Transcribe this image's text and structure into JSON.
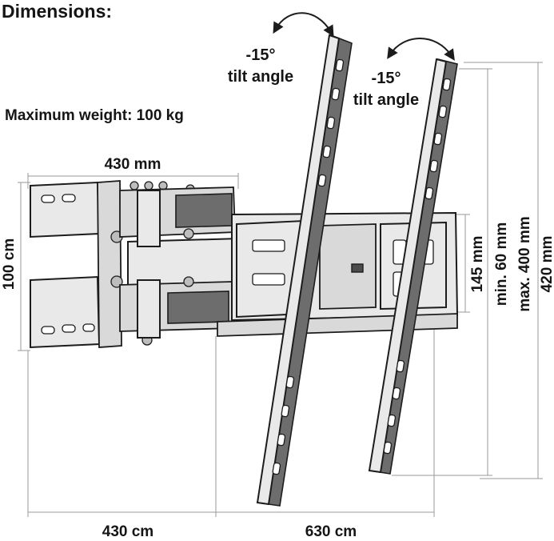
{
  "header": {
    "title": "Dimensions:"
  },
  "specs": {
    "max_weight": "Maximum weight: 100 kg"
  },
  "tilt": {
    "left": {
      "angle": "-15°",
      "label": "tilt angle"
    },
    "right": {
      "angle": "-15°",
      "label": "tilt angle"
    }
  },
  "dimensions": {
    "arm_width_top": "430 mm",
    "wall_plate_height": "100 cm",
    "bottom_left": "430 cm",
    "bottom_right": "630 cm",
    "bracket_height": "145 mm",
    "min_spacing": "min. 60 mm",
    "max_spacing": "max. 400 mm",
    "rail_height": "420 mm"
  }
}
